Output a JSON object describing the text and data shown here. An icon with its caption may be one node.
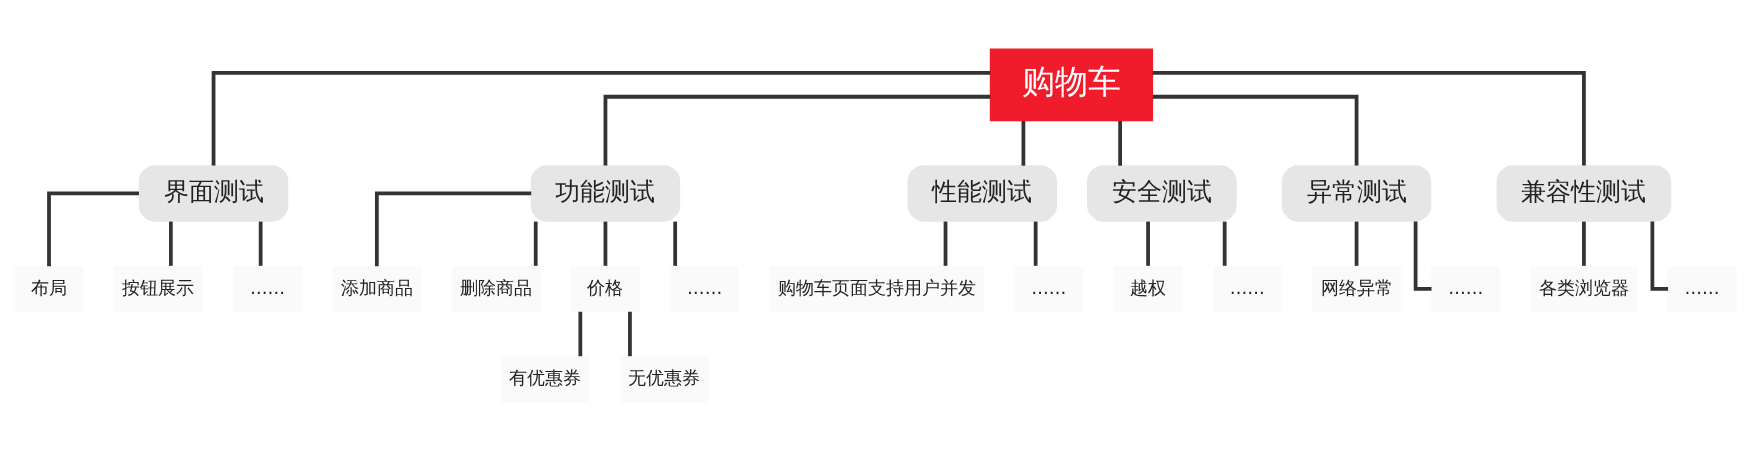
{
  "diagram": {
    "nodes": [
      {
        "text": [
          "购物车"
        ]
      },
      {
        "text": [
          "界面测试"
        ]
      },
      {
        "text": [
          "功能测试"
        ]
      },
      {
        "text": [
          "性能测试"
        ]
      },
      {
        "text": [
          "安全测试"
        ]
      },
      {
        "text": [
          "异常测试"
        ]
      },
      {
        "text": [
          "兼容性测试"
        ]
      },
      {
        "text": [
          "布局"
        ]
      },
      {
        "text": [
          "按钮展示"
        ]
      },
      {
        "text": [
          "……"
        ]
      },
      {
        "text": [
          "添加商品"
        ]
      },
      {
        "text": [
          "删除商品"
        ]
      },
      {
        "text": [
          "价格"
        ]
      },
      {
        "text": [
          "……"
        ]
      },
      {
        "text": [
          "有优惠券"
        ]
      },
      {
        "text": [
          "无优惠券"
        ]
      },
      {
        "text": [
          "购物车页面支持用户并发"
        ]
      },
      {
        "text": [
          "……"
        ]
      },
      {
        "text": [
          "越权"
        ]
      },
      {
        "text": [
          "……"
        ]
      },
      {
        "text": [
          "网络异常"
        ]
      },
      {
        "text": [
          "……"
        ]
      },
      {
        "text": [
          "各类浏览器"
        ]
      },
      {
        "text": [
          "……"
        ]
      }
    ],
    "edges": [
      {
        "from": 0,
        "to": 1,
        "arrow": "none"
      },
      {
        "from": 0,
        "to": 2,
        "arrow": "none"
      },
      {
        "from": 0,
        "to": 3,
        "arrow": "none"
      },
      {
        "from": 0,
        "to": 4,
        "arrow": "none"
      },
      {
        "from": 0,
        "to": 5,
        "arrow": "none"
      },
      {
        "from": 0,
        "to": 6,
        "arrow": "none"
      },
      {
        "from": 1,
        "to": 7,
        "arrow": "none"
      },
      {
        "from": 1,
        "to": 8,
        "arrow": "none"
      },
      {
        "from": 1,
        "to": 9,
        "arrow": "none"
      },
      {
        "from": 2,
        "to": 10,
        "arrow": "none"
      },
      {
        "from": 2,
        "to": 11,
        "arrow": "none"
      },
      {
        "from": 2,
        "to": 12,
        "arrow": "none"
      },
      {
        "from": 2,
        "to": 13,
        "arrow": "none"
      },
      {
        "from": 12,
        "to": 14,
        "arrow": "none"
      },
      {
        "from": 12,
        "to": 15,
        "arrow": "none"
      },
      {
        "from": 3,
        "to": 16,
        "arrow": "none"
      },
      {
        "from": 3,
        "to": 17,
        "arrow": "none"
      },
      {
        "from": 4,
        "to": 18,
        "arrow": "none"
      },
      {
        "from": 4,
        "to": 19,
        "arrow": "none"
      },
      {
        "from": 5,
        "to": 20,
        "arrow": "none"
      },
      {
        "from": 5,
        "to": 21,
        "arrow": "none"
      },
      {
        "from": 6,
        "to": 22,
        "arrow": "none"
      },
      {
        "from": 6,
        "to": 23,
        "arrow": "none"
      }
    ]
  }
}
